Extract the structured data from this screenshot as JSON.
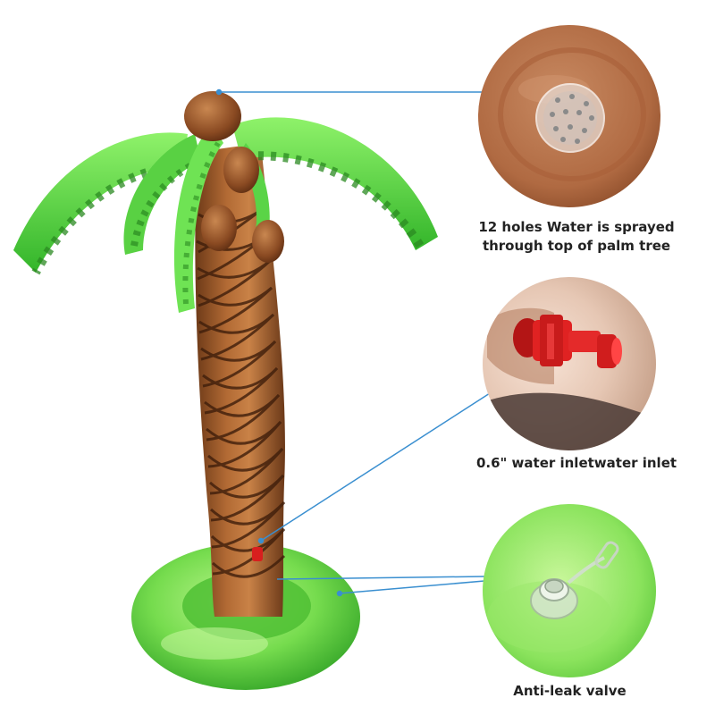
{
  "product": {
    "features": [
      {
        "icon": "sprinkler-top-icon",
        "lines": [
          "12 holes  Water is sprayed",
          "through top of palm tree"
        ]
      },
      {
        "icon": "water-inlet-icon",
        "lines": [
          "0.6\" water inletwater inlet"
        ]
      },
      {
        "icon": "valve-icon",
        "lines": [
          "Anti-leak valve"
        ]
      }
    ]
  },
  "colors": {
    "callout_line": "#3a8fd0",
    "leaf_green": "#5bd94a",
    "trunk_brown": "#9a5a2e",
    "base_green": "#7fe05a",
    "inlet_red": "#d81e1e"
  }
}
